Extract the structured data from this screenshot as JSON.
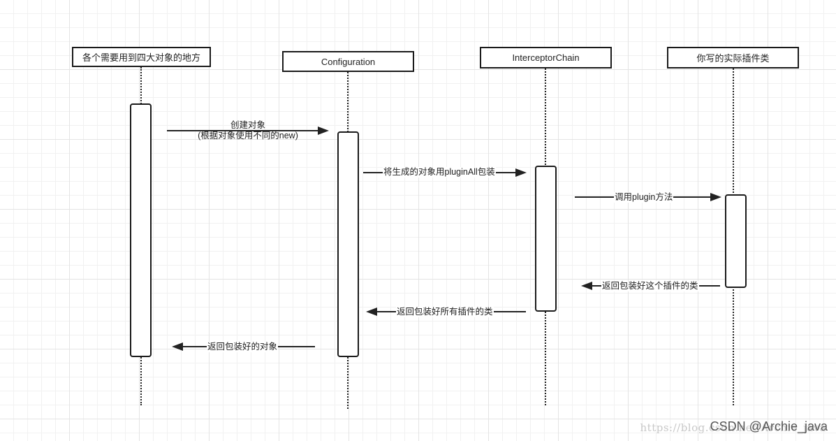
{
  "participants": [
    {
      "id": "caller",
      "label": "各个需要用到四大对象的地方"
    },
    {
      "id": "configuration",
      "label": "Configuration"
    },
    {
      "id": "chain",
      "label": "InterceptorChain"
    },
    {
      "id": "plugin",
      "label": "你写的实际插件类"
    }
  ],
  "messages": [
    {
      "id": "create",
      "label_line1": "创建对象",
      "label_line2": "(根据对象使用不同的new)"
    },
    {
      "id": "plugin_all",
      "label": "将生成的对象用pluginAll包装"
    },
    {
      "id": "call_plugin",
      "label": "调用plugin方法"
    },
    {
      "id": "return_plugin",
      "label": "返回包装好这个插件的类"
    },
    {
      "id": "return_chain",
      "label": "返回包装好所有插件的类"
    },
    {
      "id": "return_obj",
      "label": "返回包装好的对象"
    }
  ],
  "watermark": {
    "url_text": "https://blog.csdn.net/Archie_java",
    "brand_text": "CSDN @Archie_java"
  },
  "colors": {
    "line": "#1a1a1a",
    "grid": "#e4e4e4",
    "background": "#ffffff"
  }
}
